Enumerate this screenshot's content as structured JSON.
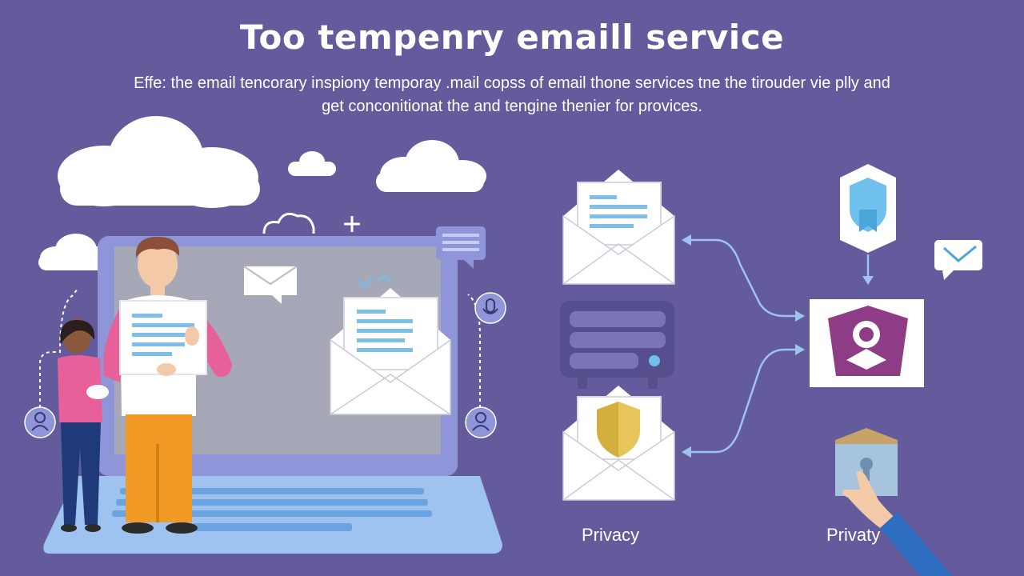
{
  "header": {
    "title": "Too temрenry emaill service",
    "subtitle_line1": "Effe: the email tencorary inspiony temporay .mail copss of email thone services tne the tirouder vie plly and",
    "subtitle_line2": "get conconitionat the and tengine thenier for provices."
  },
  "captions": {
    "left": "Privacy",
    "right": "Privaty"
  },
  "colors": {
    "background": "#645b9c",
    "cloud": "#ffffff",
    "laptop_frame": "#8e95d8",
    "laptop_screen": "#a6a8b8",
    "keyboard": "#9fc3f0",
    "shirt_pink": "#e8609a",
    "pants_orange": "#f29a26",
    "envelope": "#ffffff",
    "line_blue": "#9fc3f0",
    "shield_blue": "#6fc0ec",
    "badge_purple": "#8e3c86",
    "shield_gold": "#e6c65a",
    "server": "#564f8e"
  },
  "icons": [
    "cloud-icon",
    "envelope-icon",
    "chat-bubble-icon",
    "user-icon",
    "shield-icon",
    "server-icon",
    "lock-badge-icon",
    "pointing-hand-icon"
  ]
}
